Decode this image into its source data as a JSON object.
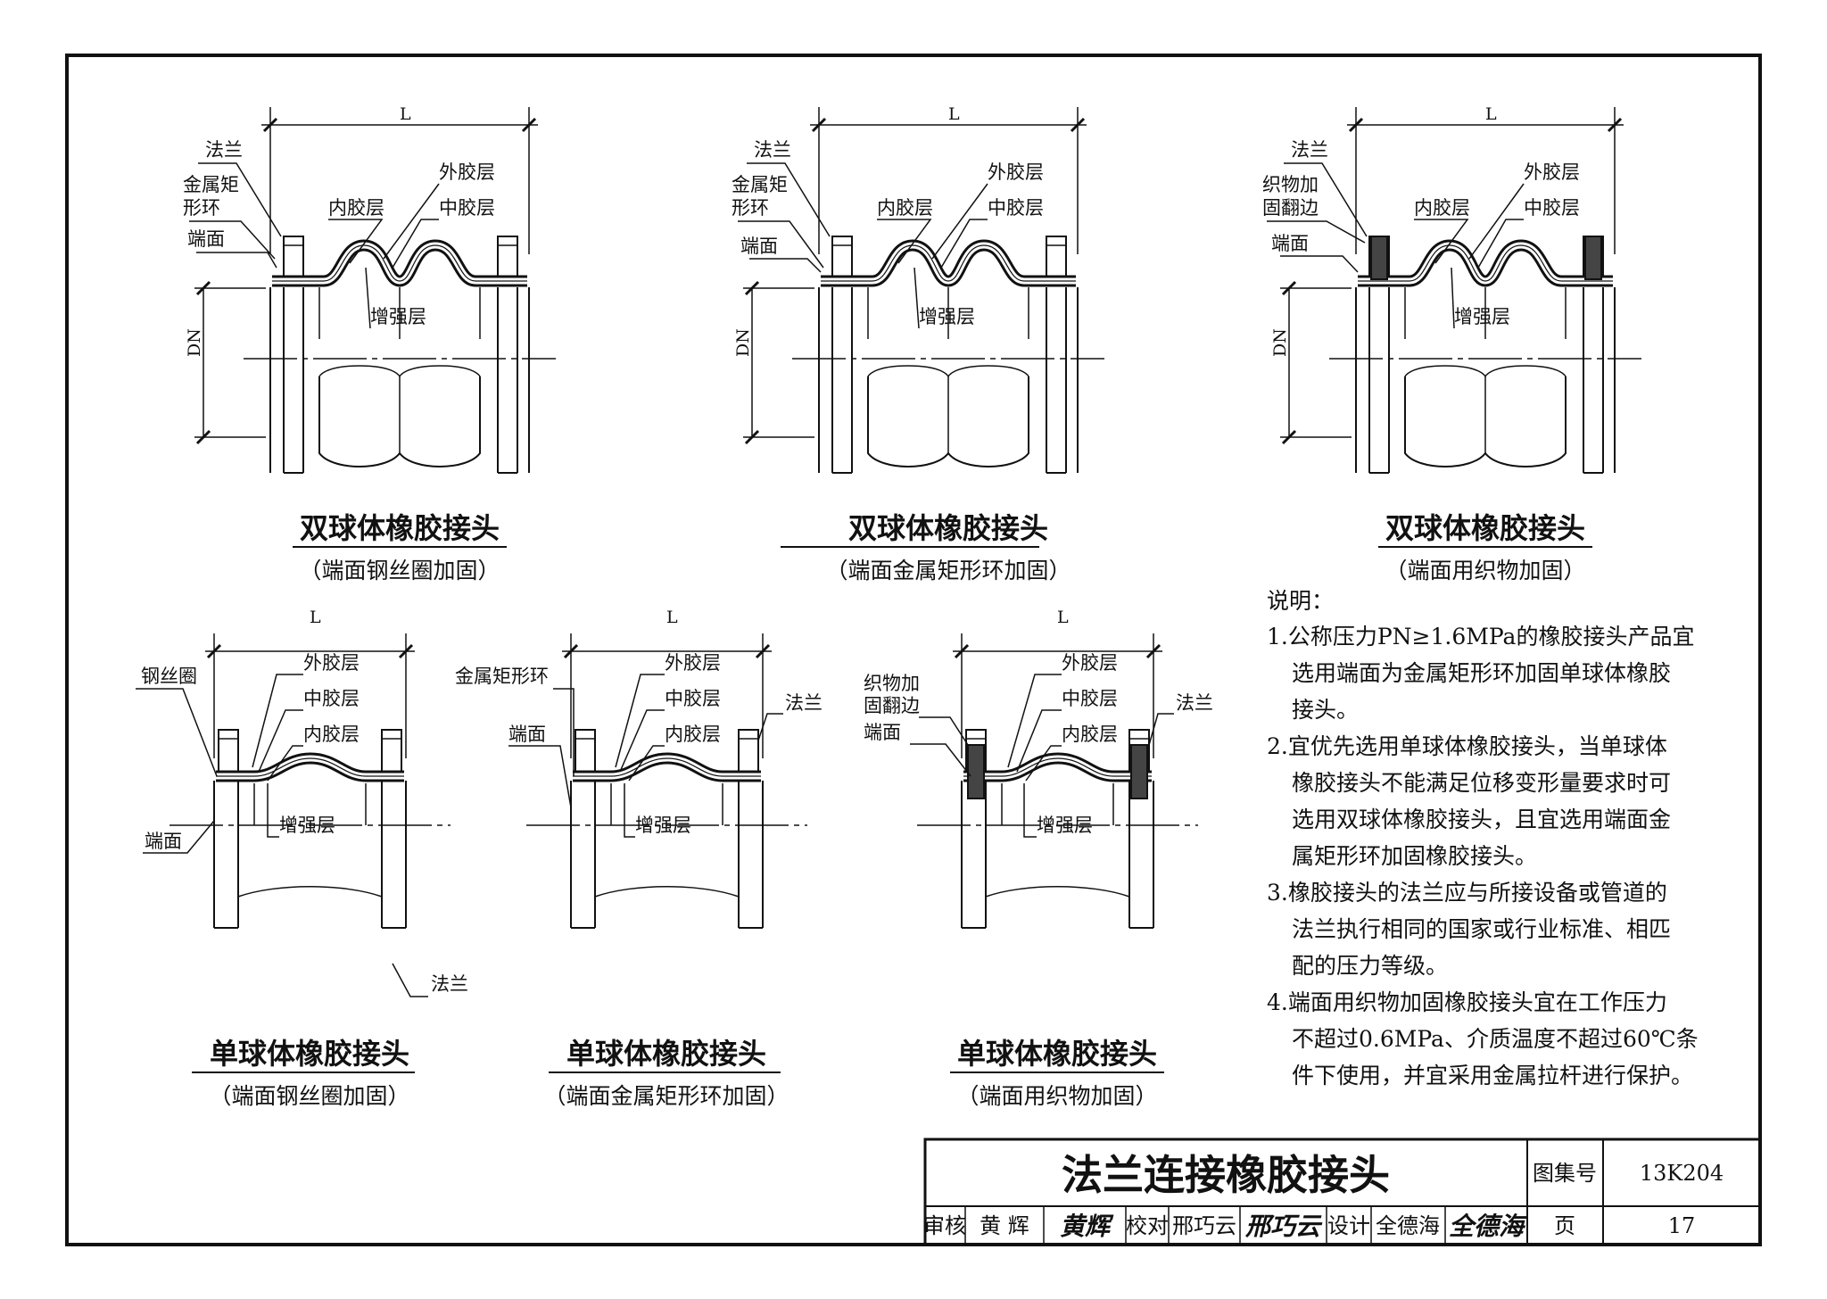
{
  "drawing": {
    "top_row": [
      {
        "title": "双球体橡胶接头",
        "subtitle": "（端面钢丝圈加固）",
        "labels": {
          "flange": "法兰",
          "ring_top": "金属矩",
          "ring_bot": "形环",
          "end_face": "端面",
          "inner": "内胶层",
          "outer": "外胶层",
          "middle": "中胶层",
          "reinforce": "增强层"
        },
        "dim_length": "L",
        "dim_diameter": "DN"
      },
      {
        "title": "双球体橡胶接头",
        "subtitle": "（端面金属矩形环加固）",
        "labels": {
          "flange": "法兰",
          "ring_top": "金属矩",
          "ring_bot": "形环",
          "end_face": "端面",
          "inner": "内胶层",
          "outer": "外胶层",
          "middle": "中胶层",
          "reinforce": "增强层"
        },
        "dim_length": "L",
        "dim_diameter": "DN"
      },
      {
        "title": "双球体橡胶接头",
        "subtitle": "（端面用织物加固）",
        "labels": {
          "flange": "法兰",
          "ring_top": "织物加",
          "ring_bot": "固翻边",
          "end_face": "端面",
          "inner": "内胶层",
          "outer": "外胶层",
          "middle": "中胶层",
          "reinforce": "增强层"
        },
        "dim_length": "L",
        "dim_diameter": "DN"
      }
    ],
    "bottom_row": [
      {
        "title": "单球体橡胶接头",
        "subtitle": "（端面钢丝圈加固）",
        "labels": {
          "ring": "钢丝圈",
          "outer": "外胶层",
          "middle": "中胶层",
          "inner": "内胶层",
          "reinforce": "增强层",
          "end_face": "端面",
          "flange": "法兰"
        },
        "dim_length": "L"
      },
      {
        "title": "单球体橡胶接头",
        "subtitle": "（端面金属矩形环加固）",
        "labels": {
          "ring": "金属矩形环",
          "outer": "外胶层",
          "middle": "中胶层",
          "inner": "内胶层",
          "reinforce": "增强层",
          "end_face": "端面",
          "flange": "法兰"
        },
        "dim_length": "L"
      },
      {
        "title": "单球体橡胶接头",
        "subtitle": "（端面用织物加固）",
        "labels": {
          "ring_top": "织物加",
          "ring_bot": "固翻边",
          "outer": "外胶层",
          "middle": "中胶层",
          "inner": "内胶层",
          "reinforce": "增强层",
          "end_face": "端面",
          "flange": "法兰"
        },
        "dim_length": "L"
      }
    ]
  },
  "notes": {
    "heading": "说明：",
    "lines": [
      "1.公称压力PN≥1.6MPa的橡胶接头产品宜",
      "选用端面为金属矩形环加固单球体橡胶",
      "接头。",
      "2.宜优先选用单球体橡胶接头，当单球体",
      "橡胶接头不能满足位移变形量要求时可",
      "选用双球体橡胶接头，且宜选用端面金",
      "属矩形环加固橡胶接头。",
      "3.橡胶接头的法兰应与所接设备或管道的",
      "法兰执行相同的国家或行业标准、相匹",
      "配的压力等级。",
      "4.端面用织物加固橡胶接头宜在工作压力",
      "不超过0.6MPa、介质温度不超过60℃条",
      "件下使用，并宜采用金属拉杆进行保护。"
    ]
  },
  "title_block": {
    "title": "法兰连接橡胶接头",
    "atlas_label": "图集号",
    "atlas_no": "13K204",
    "review_label": "审核",
    "reviewer": "黄 辉",
    "reviewer_sig": "黄辉",
    "check_label": "校对",
    "checker": "邢巧云",
    "checker_sig": "邢巧云",
    "design_label": "设计",
    "designer": "全德海",
    "designer_sig": "全德海",
    "page_label": "页",
    "page_no": "17"
  }
}
